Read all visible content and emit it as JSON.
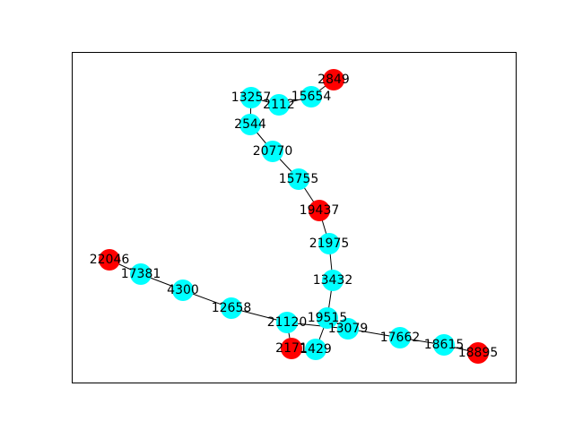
{
  "graph": {
    "colors": {
      "highlight": "#ff0000",
      "normal": "#00ffff",
      "edge": "#000000",
      "frame": "#000000"
    },
    "nodes": [
      {
        "id": "2849",
        "label": "2849",
        "group": "highlight"
      },
      {
        "id": "15654",
        "label": "15654",
        "group": "normal"
      },
      {
        "id": "2112",
        "label": "2112",
        "group": "normal"
      },
      {
        "id": "13257",
        "label": "13257",
        "group": "normal"
      },
      {
        "id": "2544",
        "label": "2544",
        "group": "normal"
      },
      {
        "id": "20770",
        "label": "20770",
        "group": "normal"
      },
      {
        "id": "15755",
        "label": "15755",
        "group": "normal"
      },
      {
        "id": "19437",
        "label": "19437",
        "group": "highlight"
      },
      {
        "id": "21975",
        "label": "21975",
        "group": "normal"
      },
      {
        "id": "13432",
        "label": "13432",
        "group": "normal"
      },
      {
        "id": "19515",
        "label": "19515",
        "group": "normal"
      },
      {
        "id": "13079",
        "label": "13079",
        "group": "normal"
      },
      {
        "id": "17662",
        "label": "17662",
        "group": "normal"
      },
      {
        "id": "18615",
        "label": "18615",
        "group": "normal"
      },
      {
        "id": "18895",
        "label": "18895",
        "group": "highlight"
      },
      {
        "id": "1429",
        "label": "1429",
        "group": "normal"
      },
      {
        "id": "2171",
        "label": "2171",
        "group": "highlight"
      },
      {
        "id": "21120",
        "label": "21120",
        "group": "normal"
      },
      {
        "id": "12658",
        "label": "12658",
        "group": "normal"
      },
      {
        "id": "4300",
        "label": "4300",
        "group": "normal"
      },
      {
        "id": "17381",
        "label": "17381",
        "group": "normal"
      },
      {
        "id": "22046",
        "label": "22046",
        "group": "highlight"
      }
    ],
    "edges": [
      [
        "2849",
        "15654"
      ],
      [
        "15654",
        "2112"
      ],
      [
        "2112",
        "13257"
      ],
      [
        "13257",
        "2544"
      ],
      [
        "2544",
        "20770"
      ],
      [
        "20770",
        "15755"
      ],
      [
        "15755",
        "19437"
      ],
      [
        "19437",
        "21975"
      ],
      [
        "21975",
        "13432"
      ],
      [
        "13432",
        "19515"
      ],
      [
        "19515",
        "13079"
      ],
      [
        "19515",
        "1429"
      ],
      [
        "21120",
        "13079"
      ],
      [
        "13079",
        "17662"
      ],
      [
        "17662",
        "18615"
      ],
      [
        "18615",
        "18895"
      ],
      [
        "21120",
        "2171"
      ],
      [
        "21120",
        "12658"
      ],
      [
        "12658",
        "4300"
      ],
      [
        "4300",
        "17381"
      ],
      [
        "17381",
        "22046"
      ]
    ]
  }
}
